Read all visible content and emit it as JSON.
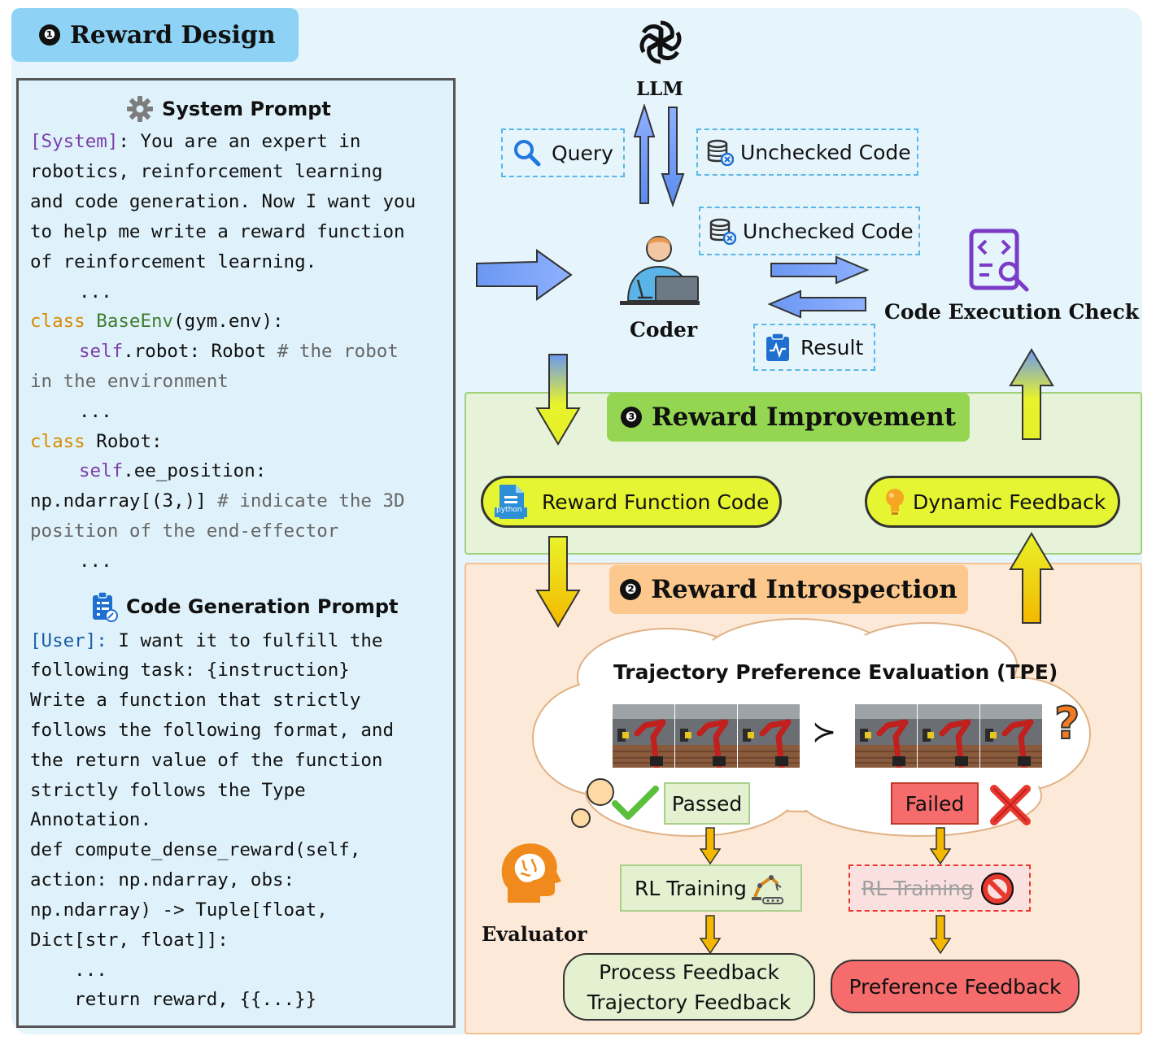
{
  "reward_design": {
    "number": "❶",
    "title": "Reward Design"
  },
  "system_prompt": {
    "header": "System Prompt",
    "lines": [
      "robotics, reinforcement learning",
      "and code generation. Now I want you",
      "to help me write a reward function",
      "of reinforcement learning."
    ],
    "system_tag": "[System]",
    "first_line_rest": ": You are an expert in",
    "ellipsis": "...",
    "class_kw": "class",
    "base_env": "BaseEnv",
    "base_env_rest": "(gym.env):",
    "self_kw": "self",
    "robot_line_rest": ".robot: Robot",
    "robot_comment": "# the robot",
    "robot_comment_2": "in the environment",
    "robot_class_rest": " Robot:",
    "ee_position": ".ee_position:",
    "ndarray_line": "np.ndarray[(3,)]",
    "ndarray_comment": "# indicate the 3D",
    "ndarray_comment_2": "position of the end-effector"
  },
  "code_prompt": {
    "header": "Code Generation Prompt",
    "user_tag": "[User]:",
    "first_line_rest": " I want it to fulfill the",
    "lines": [
      "following task: {instruction}",
      "Write a function that strictly",
      "follows the following format, and",
      "the return value of the function",
      "strictly follows the Type",
      "Annotation.",
      "def compute_dense_reward(self,",
      "action: np.ndarray, obs:",
      "np.ndarray) -> Tuple[float,",
      "Dict[str, float]]:",
      "    ...",
      "    return reward, {{...}}"
    ]
  },
  "llm": {
    "label": "LLM"
  },
  "query": {
    "label": "Query"
  },
  "unchecked_code_top": {
    "label": "Unchecked Code"
  },
  "unchecked_code_mid": {
    "label": "Unchecked Code"
  },
  "coder": {
    "label": "Coder"
  },
  "code_check": {
    "label": "Code Execution Check"
  },
  "result": {
    "label": "Result"
  },
  "reward_improvement": {
    "number": "❸",
    "title": "Reward Improvement"
  },
  "reward_function_code": {
    "label": "Reward Function Code",
    "icon_text": "python"
  },
  "dynamic_feedback": {
    "label": "Dynamic Feedback"
  },
  "reward_introspection": {
    "number": "❷",
    "title": "Reward Introspection"
  },
  "tpe": {
    "title": "Trajectory Preference Evaluation (TPE)",
    "pref_symbol": "≻",
    "question": "?"
  },
  "passed": {
    "label": "Passed"
  },
  "failed": {
    "label": "Failed"
  },
  "rl_training_ok": {
    "label": "RL Training"
  },
  "rl_training_blocked": {
    "label": "RL Training"
  },
  "evaluator": {
    "label": "Evaluator"
  },
  "process_feedback": {
    "line1": "Process Feedback",
    "line2": "Trajectory Feedback"
  },
  "preference_feedback": {
    "label": "Preference Feedback"
  },
  "colors": {
    "blue_bg": "#e6f4fb",
    "green_bg": "#e6f3d8",
    "orange_bg": "#fde9d8",
    "yellow_pill": "#e6f531",
    "red_box": "#f66b6b"
  }
}
